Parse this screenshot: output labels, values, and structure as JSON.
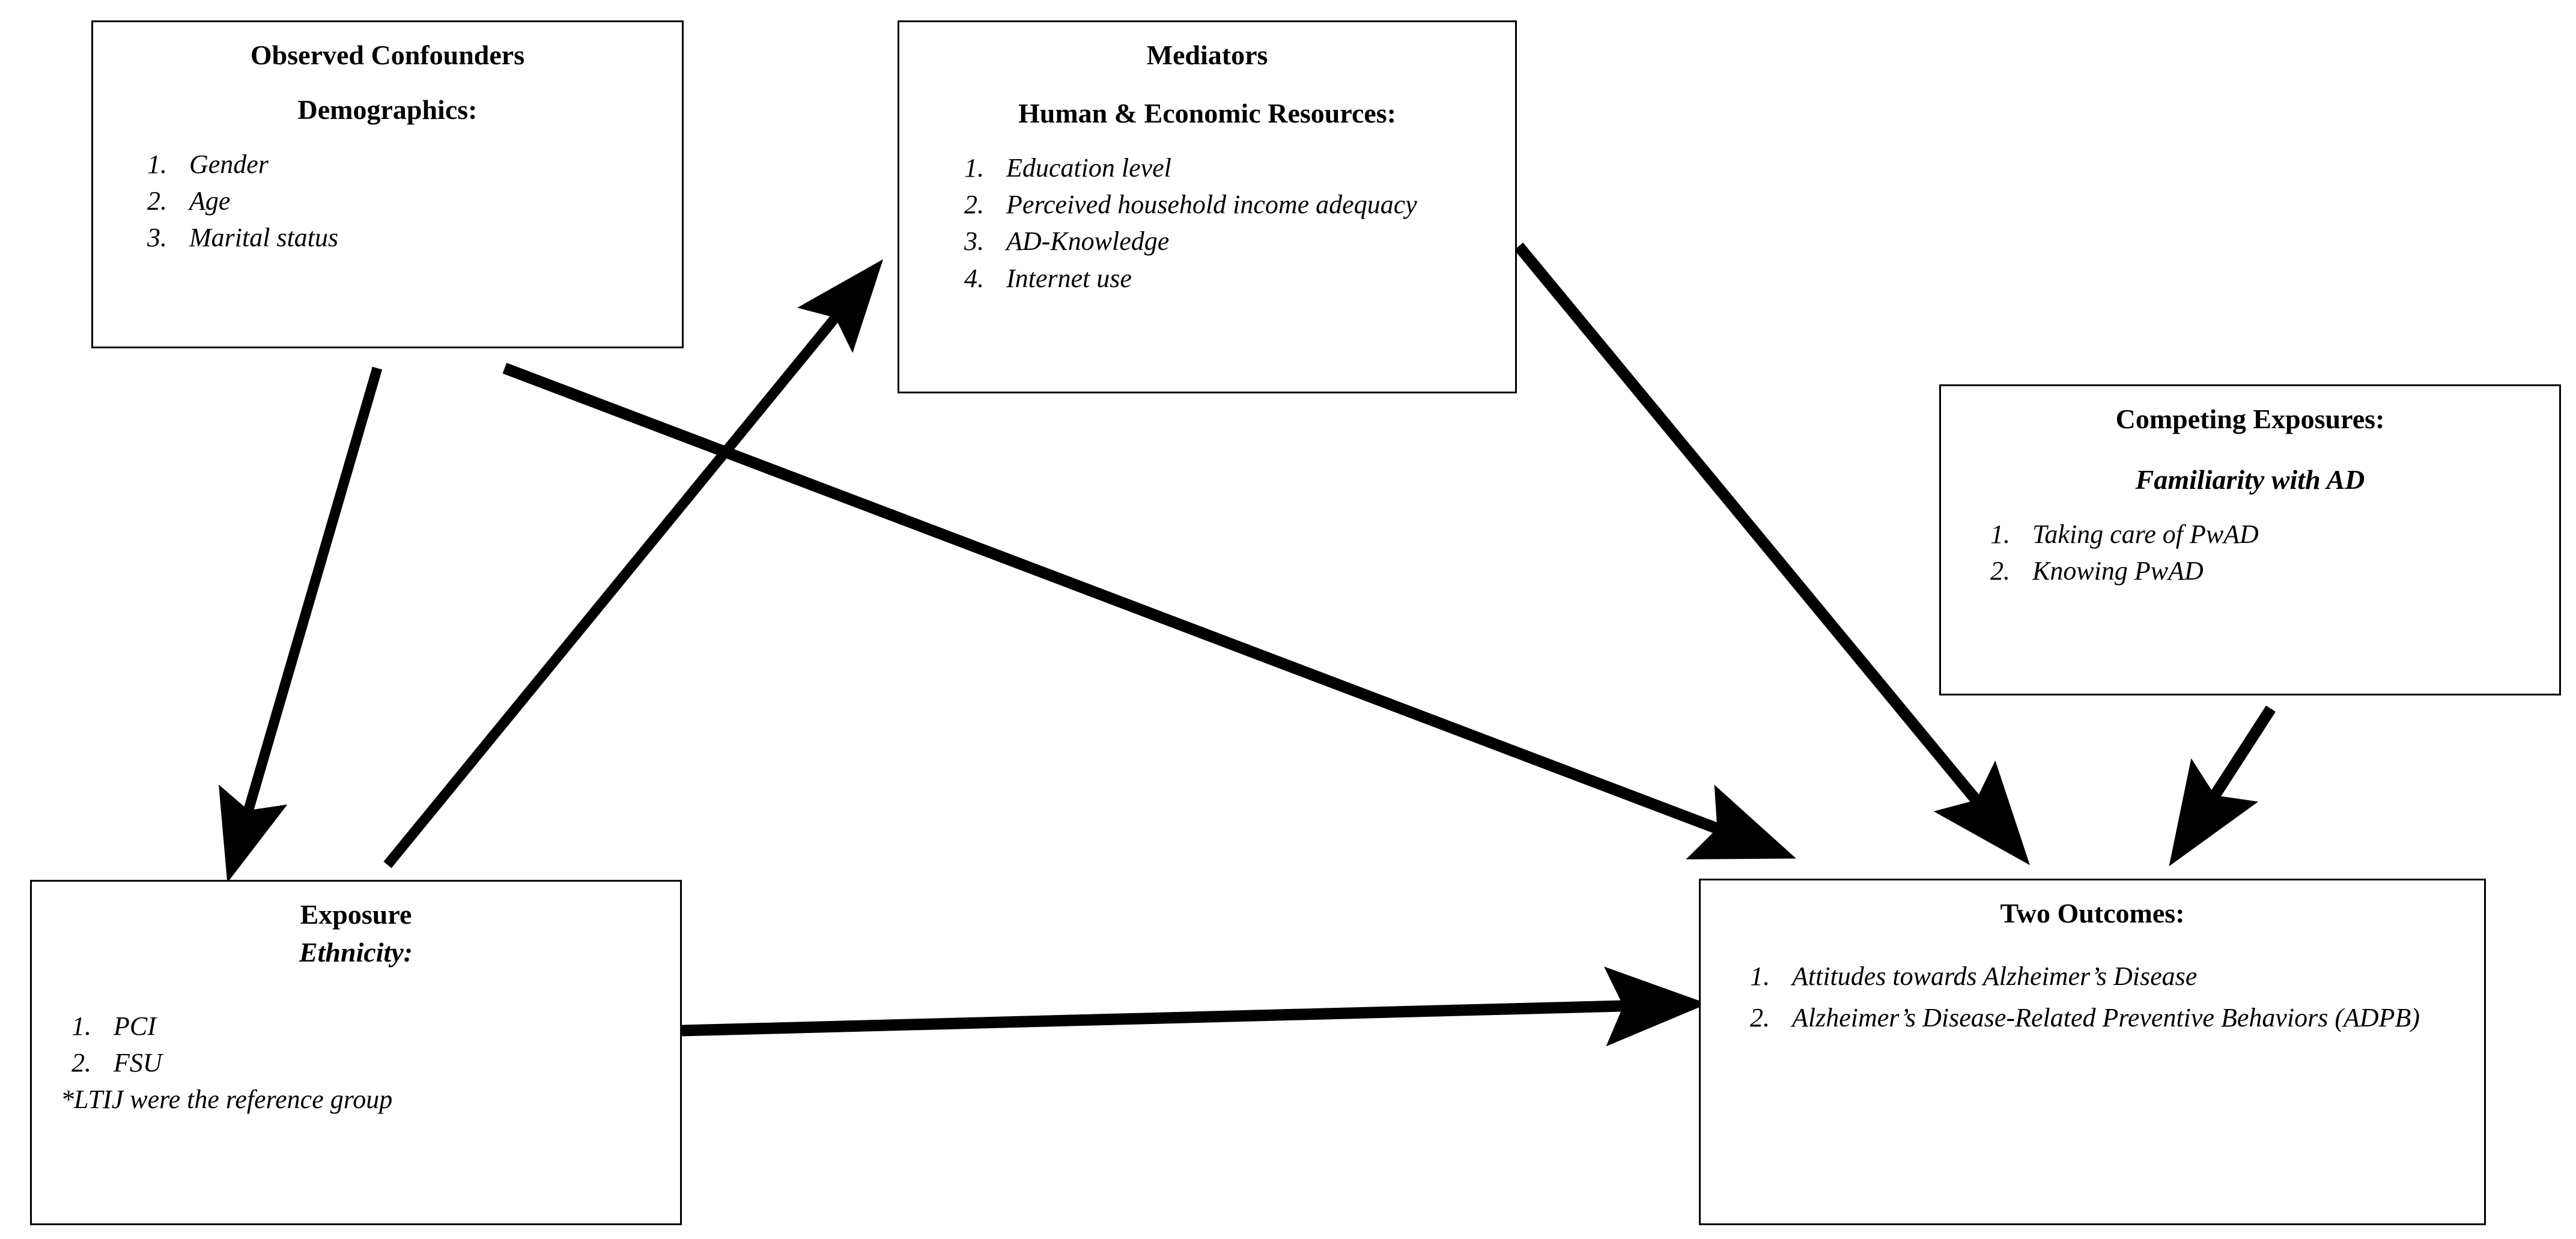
{
  "diagram": {
    "type": "conceptual-path-diagram",
    "background_color": "#ffffff",
    "line_color": "#000000",
    "nodes": [
      {
        "id": "observed-confounders",
        "title": "Observed Confounders",
        "subtitle": "Demographics:",
        "items": [
          "Gender",
          "Age",
          "Marital status"
        ]
      },
      {
        "id": "mediators",
        "title": "Mediators",
        "subtitle": "Human & Economic Resources:",
        "items": [
          "Education level",
          "Perceived household income adequacy",
          "AD-Knowledge",
          "Internet use"
        ]
      },
      {
        "id": "competing-exposures",
        "title": "Competing Exposures:",
        "subtitle": "Familiarity with AD",
        "items": [
          "Taking care of PwAD",
          "Knowing PwAD"
        ]
      },
      {
        "id": "exposure",
        "title": "Exposure",
        "subtitle": "Ethnicity:",
        "items": [
          "PCI",
          "FSU"
        ],
        "note": "*LTIJ were the reference group"
      },
      {
        "id": "two-outcomes",
        "title": "Two Outcomes:",
        "items": [
          "Attitudes towards Alzheimer’s Disease",
          "Alzheimer’s Disease-Related Preventive Behaviors (ADPB)"
        ]
      }
    ],
    "edges": [
      {
        "id": "confounders-to-exposure",
        "from": "observed-confounders",
        "to": "exposure",
        "style": "solid-arrow"
      },
      {
        "id": "confounders-to-outcomes",
        "from": "observed-confounders",
        "to": "two-outcomes",
        "style": "solid-arrow"
      },
      {
        "id": "exposure-to-mediators",
        "from": "exposure",
        "to": "mediators",
        "style": "solid-arrow"
      },
      {
        "id": "mediators-to-outcomes",
        "from": "mediators",
        "to": "two-outcomes",
        "style": "solid-arrow"
      },
      {
        "id": "competing-to-outcomes",
        "from": "competing-exposures",
        "to": "two-outcomes",
        "style": "solid-arrow"
      },
      {
        "id": "exposure-to-outcomes",
        "from": "exposure",
        "to": "two-outcomes",
        "style": "solid-arrow"
      }
    ]
  }
}
